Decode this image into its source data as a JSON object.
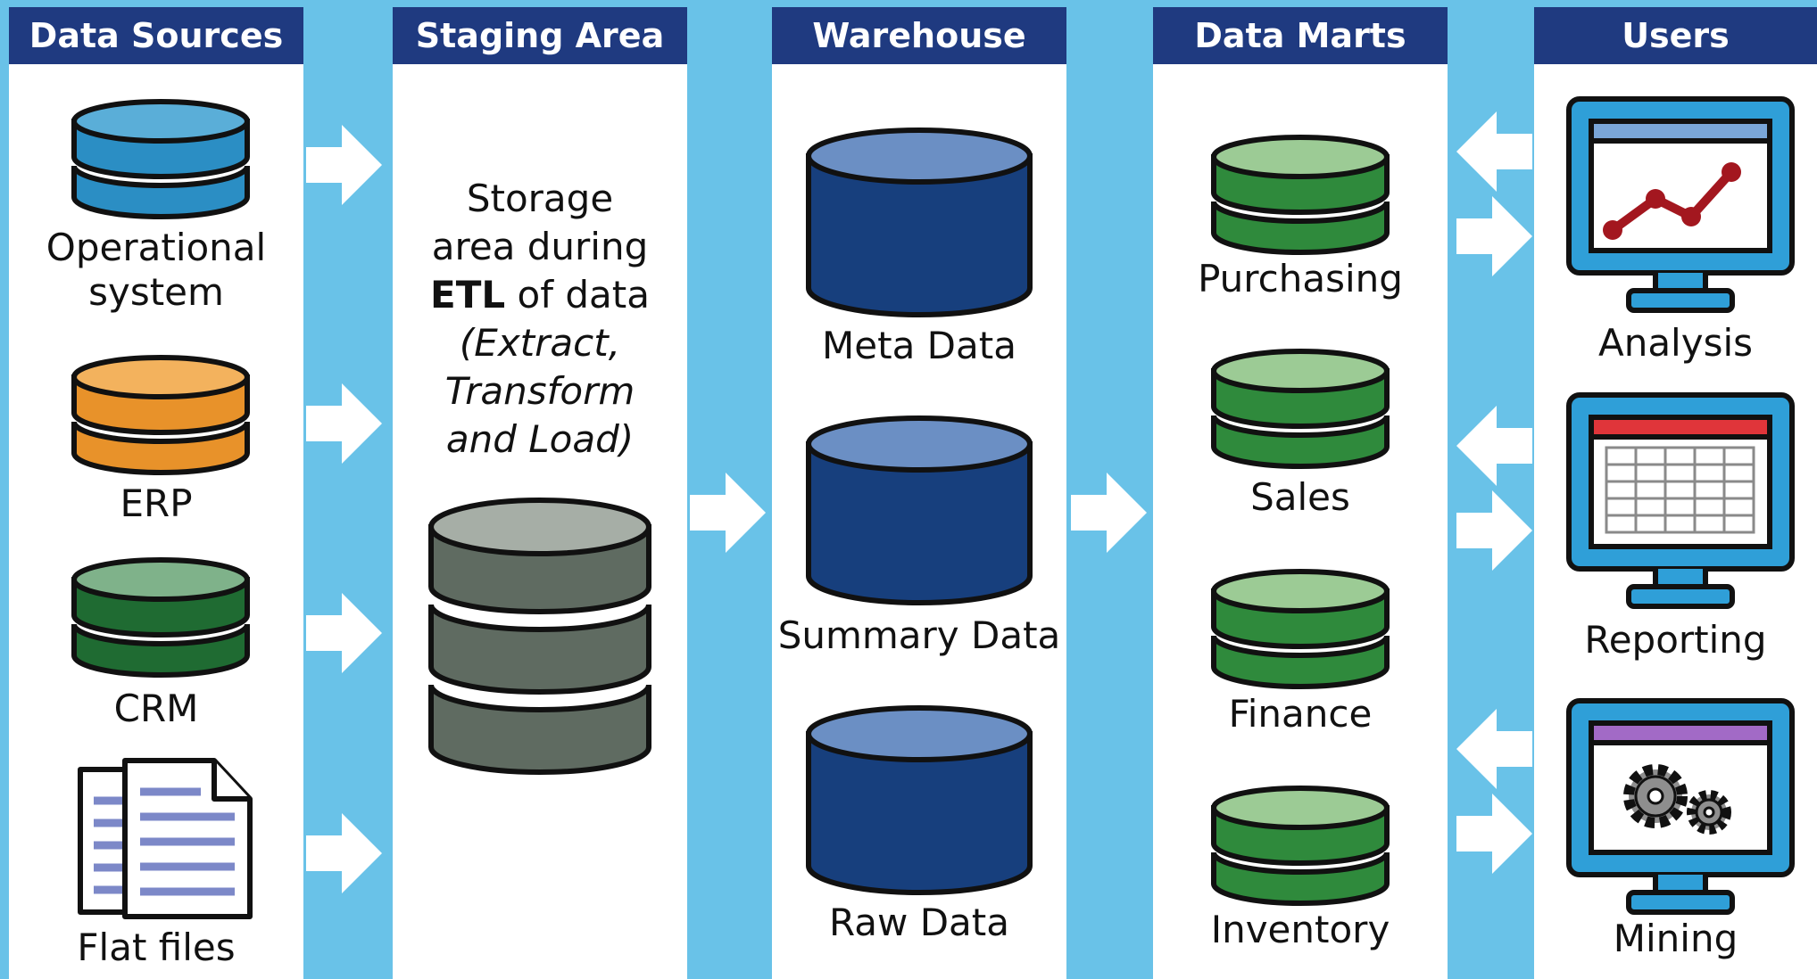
{
  "columns": {
    "sources": {
      "title": "Data Sources",
      "items": [
        {
          "label_line1": "Operational",
          "label_line2": "system",
          "icon": "database-icon",
          "color": "#2b8ec4",
          "top_color": "#5aaed8"
        },
        {
          "label": "ERP",
          "icon": "database-icon",
          "color": "#e8922a",
          "top_color": "#f3b25d"
        },
        {
          "label": "CRM",
          "icon": "database-icon",
          "color": "#1f6b32",
          "top_color": "#7fb28a"
        },
        {
          "label": "Flat files",
          "icon": "document-stack-icon"
        }
      ]
    },
    "staging": {
      "title": "Staging Area",
      "desc_line1": "Storage",
      "desc_line2": "area during",
      "desc_etl": "ETL",
      "desc_line3_rest": " of data",
      "desc_line4": "(Extract,",
      "desc_line5": "Transform",
      "desc_line6": "and Load)",
      "icon": "database-icon",
      "color": "#5f6b61",
      "top_color": "#a6aea6"
    },
    "warehouse": {
      "title": "Warehouse",
      "items": [
        {
          "label": "Meta Data",
          "icon": "database-icon"
        },
        {
          "label": "Summary Data",
          "icon": "database-icon"
        },
        {
          "label": "Raw Data",
          "icon": "database-icon"
        }
      ],
      "color": "#173f7d",
      "top_color": "#6b8fc4"
    },
    "marts": {
      "title": "Data Marts",
      "items": [
        {
          "label": "Purchasing",
          "icon": "database-icon"
        },
        {
          "label": "Sales",
          "icon": "database-icon"
        },
        {
          "label": "Finance",
          "icon": "database-icon"
        },
        {
          "label": "Inventory",
          "icon": "database-icon"
        }
      ],
      "color": "#2f8a3c",
      "top_color": "#9ccb95"
    },
    "users": {
      "title": "Users",
      "items": [
        {
          "label": "Analysis",
          "icon": "monitor-line-chart-icon",
          "bar_color": "#7aa6d8"
        },
        {
          "label": "Reporting",
          "icon": "monitor-table-icon",
          "bar_color": "#e0353a"
        },
        {
          "label": "Mining",
          "icon": "monitor-gears-icon",
          "bar_color": "#a26ac6"
        }
      ]
    }
  },
  "colors": {
    "background": "#69c2e8",
    "header": "#1f3a80",
    "arrow": "#ffffff"
  }
}
